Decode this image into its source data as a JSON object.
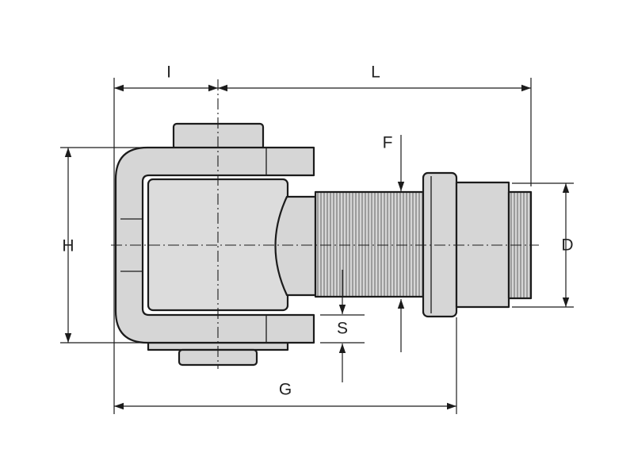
{
  "drawing": {
    "part_fill": "#d6d6d6",
    "part_fill_light": "#e2e2e2",
    "line_color": "#1c1c1c",
    "background": "#ffffff"
  },
  "dimensions": {
    "I": "I",
    "L": "L",
    "F": "F",
    "H": "H",
    "D": "D",
    "S": "S",
    "G": "G"
  }
}
